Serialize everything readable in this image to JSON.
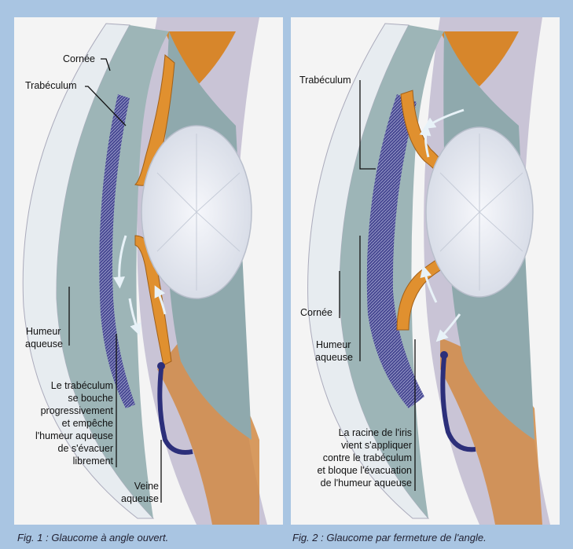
{
  "figure1": {
    "caption": "Fig. 1 : Glaucome à angle ouvert.",
    "labels": {
      "cornee": "Cornée",
      "trabeculum": "Trabéculum",
      "humeur_line1": "Humeur",
      "humeur_line2": "aqueuse",
      "bouche": [
        "Le trabéculum",
        "se bouche",
        "progressivement",
        "et empêche",
        "l'humeur aqueuse",
        "de s'évacuer",
        "librement"
      ],
      "veine_line1": "Veine",
      "veine_line2": "aqueuse"
    }
  },
  "figure2": {
    "caption": "Fig. 2 : Glaucome par fermeture de l'angle.",
    "labels": {
      "trabeculum": "Trabéculum",
      "cornee": "Cornée",
      "humeur_line1": "Humeur",
      "humeur_line2": "aqueuse",
      "racine": [
        "La racine de l'iris",
        "vient s'appliquer",
        "contre le trabéculum",
        "et bloque l'évacuation",
        "de l'humeur aqueuse"
      ]
    }
  },
  "colors": {
    "background": "#a9c5e2",
    "panel": "#f4f4f4",
    "cornea": "#e9eef2",
    "chamber": "#9fb6b8",
    "iris": "#d98a2c",
    "sclera": "#c7c3d3",
    "trabeculum": "#3d3f8a",
    "lens": "#eceef4"
  }
}
